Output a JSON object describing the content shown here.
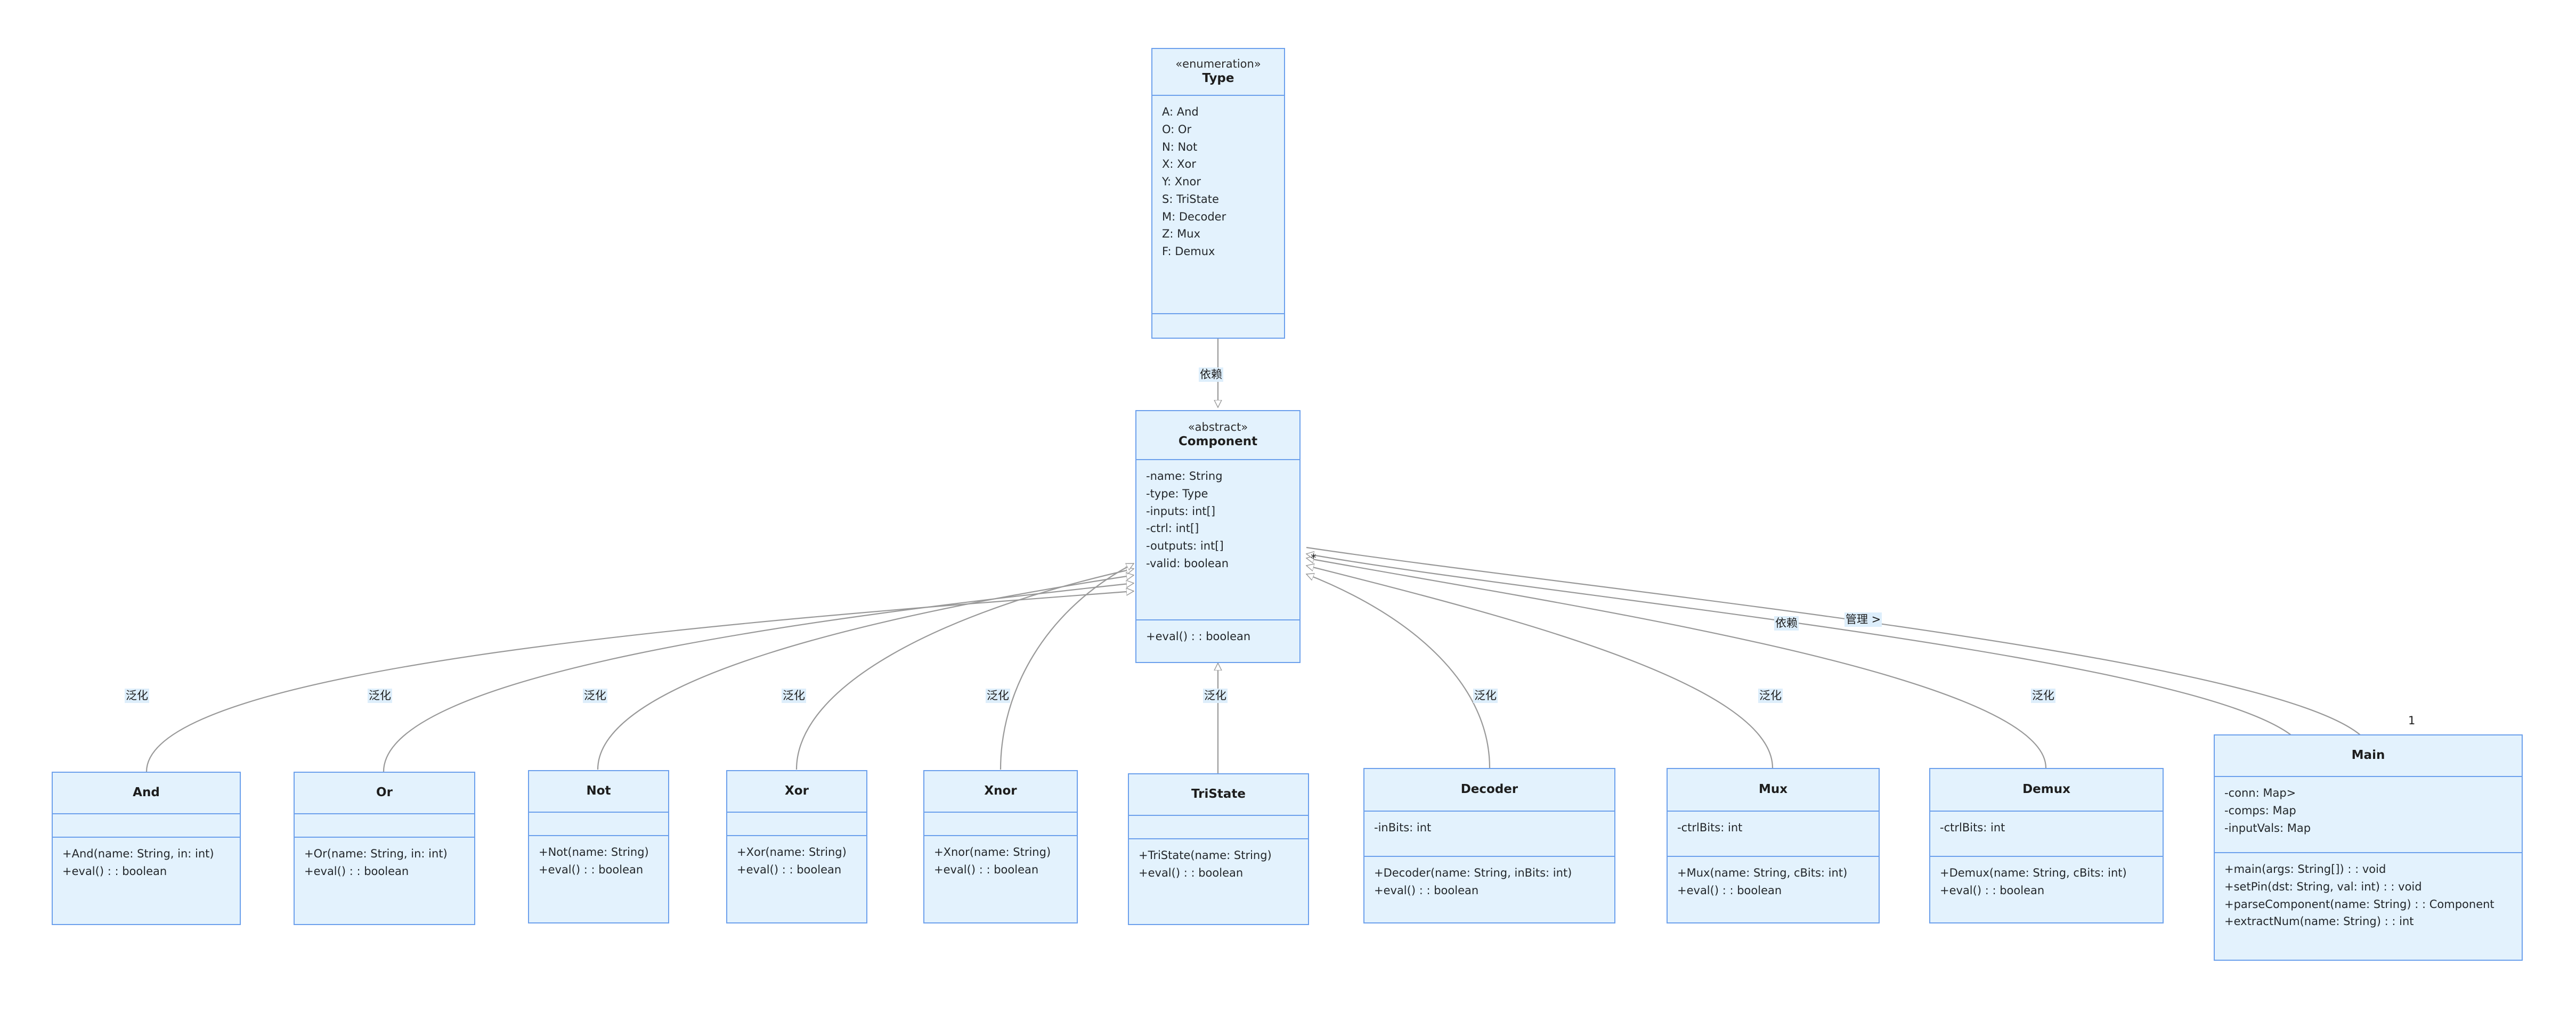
{
  "diagram": {
    "kind": "uml-class-diagram",
    "colors": {
      "box_fill": "#e3f2fd",
      "box_border": "#6ca0ec",
      "edge_stroke": "#999999",
      "label_fill": "#ddeefb",
      "text": "#1d1d1d",
      "background": "#ffffff"
    }
  },
  "classes": {
    "type": {
      "stereotype": "«enumeration»",
      "name": "Type",
      "attributes": [
        "A: And",
        "O: Or",
        "N: Not",
        "X: Xor",
        "Y: Xnor",
        "S: TriState",
        "M: Decoder",
        "Z: Mux",
        "F: Demux"
      ],
      "methods": []
    },
    "component": {
      "stereotype": "«abstract»",
      "name": "Component",
      "attributes": [
        "-name: String",
        "-type: Type",
        "-inputs: int[]",
        "-ctrl: int[]",
        "-outputs: int[]",
        "-valid: boolean"
      ],
      "methods": [
        "+eval() : : boolean"
      ]
    },
    "and": {
      "name": "And",
      "attributes": [],
      "methods": [
        "+And(name: String, in: int)",
        "+eval() : : boolean"
      ]
    },
    "or": {
      "name": "Or",
      "attributes": [],
      "methods": [
        "+Or(name: String, in: int)",
        "+eval() : : boolean"
      ]
    },
    "not": {
      "name": "Not",
      "attributes": [],
      "methods": [
        "+Not(name: String)",
        "+eval() : : boolean"
      ]
    },
    "xor": {
      "name": "Xor",
      "attributes": [],
      "methods": [
        "+Xor(name: String)",
        "+eval() : : boolean"
      ]
    },
    "xnor": {
      "name": "Xnor",
      "attributes": [],
      "methods": [
        "+Xnor(name: String)",
        "+eval() : : boolean"
      ]
    },
    "tristate": {
      "name": "TriState",
      "attributes": [],
      "methods": [
        "+TriState(name: String)",
        "+eval() : : boolean"
      ]
    },
    "decoder": {
      "name": "Decoder",
      "attributes": [
        "-inBits: int"
      ],
      "methods": [
        "+Decoder(name: String, inBits: int)",
        "+eval() : : boolean"
      ]
    },
    "mux": {
      "name": "Mux",
      "attributes": [
        "-ctrlBits: int"
      ],
      "methods": [
        "+Mux(name: String, cBits: int)",
        "+eval() : : boolean"
      ]
    },
    "demux": {
      "name": "Demux",
      "attributes": [
        "-ctrlBits: int"
      ],
      "methods": [
        "+Demux(name: String, cBits: int)",
        "+eval() : : boolean"
      ]
    },
    "main": {
      "name": "Main",
      "attributes": [
        "-conn: Map>",
        "-comps: Map",
        "-inputVals: Map"
      ],
      "methods": [
        "+main(args: String[]) : : void",
        "+setPin(dst: String, val: int) : : void",
        "+parseComponent(name: String) : : Component",
        "+extractNum(name: String) : : int"
      ]
    }
  },
  "edge_labels": {
    "dependency_type_component": "依赖",
    "generalization": "泛化",
    "dependency_main": "依赖",
    "manages": "管理 >",
    "mult_one": "1",
    "mult_many": "*"
  }
}
